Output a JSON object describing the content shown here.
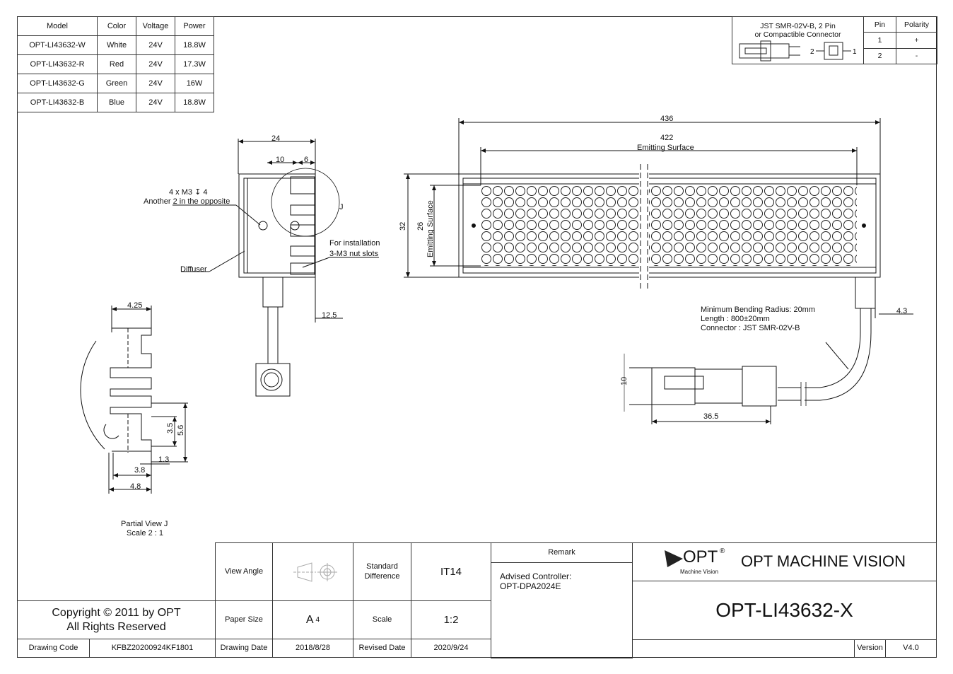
{
  "model_table": {
    "headers": [
      "Model",
      "Color",
      "Voltage",
      "Power"
    ],
    "rows": [
      [
        "OPT-LI43632-W",
        "White",
        "24V",
        "18.8W"
      ],
      [
        "OPT-LI43632-R",
        "Red",
        "24V",
        "17.3W"
      ],
      [
        "OPT-LI43632-G",
        "Green",
        "24V",
        "16W"
      ],
      [
        "OPT-LI43632-B",
        "Blue",
        "24V",
        "18.8W"
      ]
    ]
  },
  "connector_table": {
    "connector_line1": "JST SMR-02V-B, 2 Pin",
    "connector_line2": "or Compactible Connector",
    "pin_header": "Pin",
    "polarity_header": "Polarity",
    "rows": [
      [
        "1",
        "+"
      ],
      [
        "2",
        "-"
      ]
    ],
    "pin_label_2": "2",
    "pin_label_1": "1"
  },
  "side_view": {
    "dim_24": "24",
    "dim_10": "10",
    "dim_6": "6",
    "dim_12_5": "12.5",
    "note_m3": "4 x M3 ↧ 4",
    "note_opposite": "Another 2 in the opposite",
    "label_j": "J",
    "note_install1": "For installation",
    "note_install2": "3-M3 nut slots",
    "label_diffuser": "Diffuser"
  },
  "front_view": {
    "dim_436": "436",
    "dim_422": "422",
    "emitting_surface": "Emitting Surface",
    "dim_32": "32",
    "dim_26": "26",
    "emitting_surface_vertical": "Emitting Surface",
    "cable_note1": "Minimum Bending Radius: 20mm",
    "cable_note2": "Length : 800±20mm",
    "cable_note3": "Connector : JST SMR-02V-B",
    "dim_4_3": "4.3",
    "dim_10": "10",
    "dim_36_5": "36.5"
  },
  "partial_view": {
    "dim_4_25": "4.25",
    "dim_3_5": "3.5",
    "dim_5_6": "5.6",
    "dim_1_3": "1.3",
    "dim_3_8": "3.8",
    "dim_4_8": "4.8",
    "title": "Partial View J",
    "scale": "Scale 2 : 1"
  },
  "title_block": {
    "view_angle_label": "View Angle",
    "standard_difference_label": "Standard Difference",
    "standard_difference_value": "IT14",
    "remark_label": "Remark",
    "remark_text1": "Advised Controller:",
    "remark_text2": "OPT-DPA2024E",
    "company_logo": "OPT",
    "logo_sub": "Machine Vision",
    "registered": "®",
    "company_name": "OPT MACHINE VISION",
    "copyright1": "Copyright © 2011 by OPT",
    "copyright2": "All Rights Reserved",
    "paper_size_label": "Paper Size",
    "paper_size_value": "A",
    "paper_size_sub": "4",
    "scale_label": "Scale",
    "scale_value": "1:2",
    "part_number": "OPT-LI43632-X",
    "drawing_code_label": "Drawing Code",
    "drawing_code_value": "KFBZ20200924KF1801",
    "drawing_date_label": "Drawing Date",
    "drawing_date_value": "2018/8/28",
    "revised_date_label": "Revised Date",
    "revised_date_value": "2020/9/24",
    "version_label": "Version",
    "version_value": "V4.0"
  }
}
